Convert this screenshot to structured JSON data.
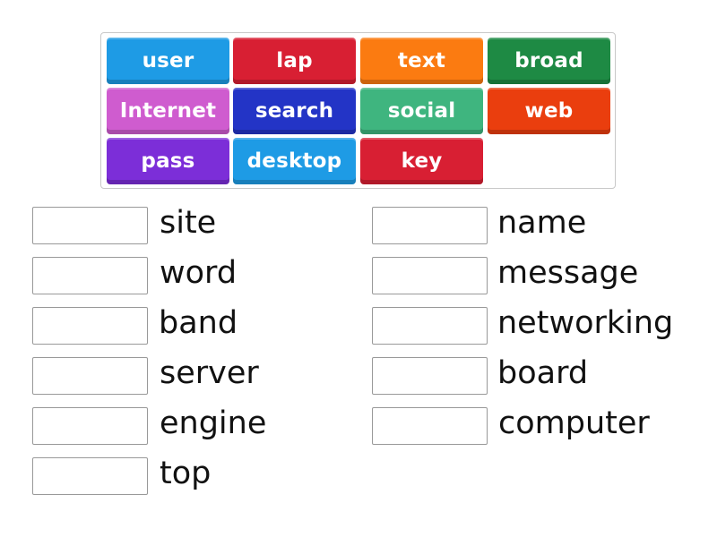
{
  "word_bank": {
    "tiles": [
      {
        "label": "user",
        "color": "#1e9be5",
        "row": 0,
        "col": 0
      },
      {
        "label": "lap",
        "color": "#d81f33",
        "row": 0,
        "col": 1
      },
      {
        "label": "text",
        "color": "#fb7b11",
        "row": 0,
        "col": 2
      },
      {
        "label": "broad",
        "color": "#1e8a44",
        "row": 0,
        "col": 3
      },
      {
        "label": "Internet",
        "color": "#cf5ccf",
        "row": 1,
        "col": 0
      },
      {
        "label": "search",
        "color": "#2334c6",
        "row": 1,
        "col": 1
      },
      {
        "label": "social",
        "color": "#3fb57f",
        "row": 1,
        "col": 2
      },
      {
        "label": "web",
        "color": "#ea3e0e",
        "row": 1,
        "col": 3
      },
      {
        "label": "pass",
        "color": "#7c2ed8",
        "row": 2,
        "col": 0
      },
      {
        "label": "desktop",
        "color": "#1e9be5",
        "row": 2,
        "col": 1
      },
      {
        "label": "key",
        "color": "#d81f33",
        "row": 2,
        "col": 2
      }
    ]
  },
  "targets": {
    "left": [
      {
        "suffix": "site"
      },
      {
        "suffix": "word"
      },
      {
        "suffix": "band"
      },
      {
        "suffix": "server"
      },
      {
        "suffix": "engine"
      },
      {
        "suffix": "top"
      }
    ],
    "right": [
      {
        "suffix": "name"
      },
      {
        "suffix": "message"
      },
      {
        "suffix": "networking"
      },
      {
        "suffix": "board"
      },
      {
        "suffix": "computer"
      }
    ]
  }
}
